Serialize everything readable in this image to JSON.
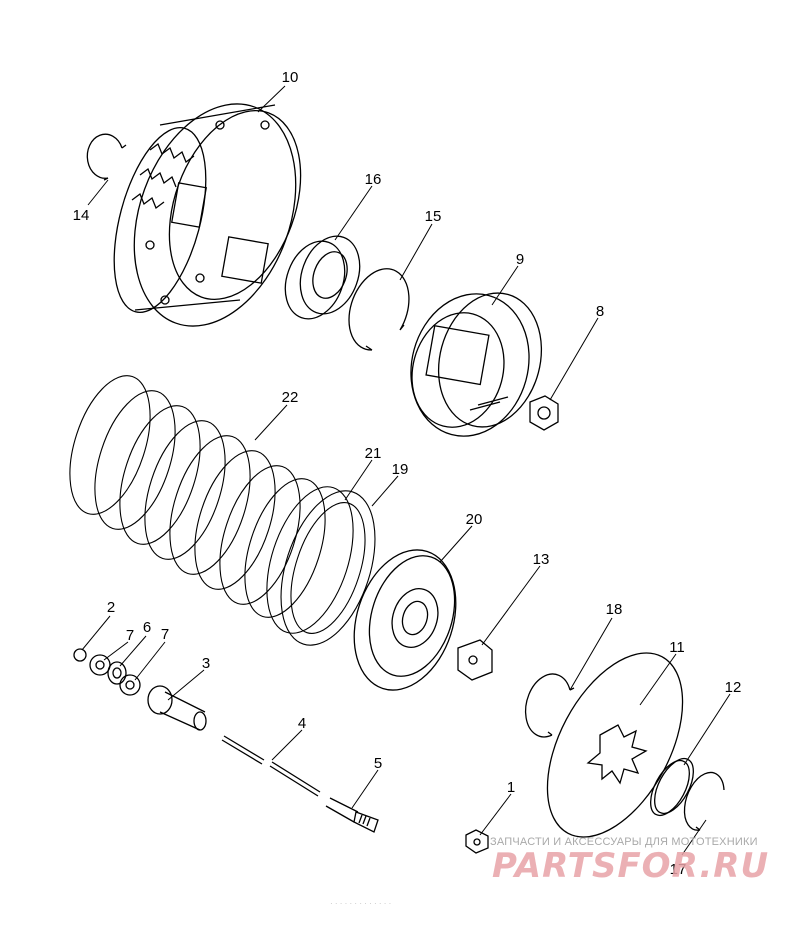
{
  "diagram": {
    "background": "#ffffff",
    "line_color": "#000000",
    "callouts": [
      {
        "id": "10",
        "label": "10"
      },
      {
        "id": "14",
        "label": "14"
      },
      {
        "id": "16",
        "label": "16"
      },
      {
        "id": "15",
        "label": "15"
      },
      {
        "id": "9",
        "label": "9"
      },
      {
        "id": "8",
        "label": "8"
      },
      {
        "id": "22",
        "label": "22"
      },
      {
        "id": "21",
        "label": "21"
      },
      {
        "id": "19",
        "label": "19"
      },
      {
        "id": "20",
        "label": "20"
      },
      {
        "id": "13",
        "label": "13"
      },
      {
        "id": "2",
        "label": "2"
      },
      {
        "id": "7a",
        "label": "7"
      },
      {
        "id": "6",
        "label": "6"
      },
      {
        "id": "7b",
        "label": "7"
      },
      {
        "id": "3",
        "label": "3"
      },
      {
        "id": "18",
        "label": "18"
      },
      {
        "id": "11",
        "label": "11"
      },
      {
        "id": "12",
        "label": "12"
      },
      {
        "id": "4",
        "label": "4"
      },
      {
        "id": "5",
        "label": "5"
      },
      {
        "id": "1",
        "label": "1"
      },
      {
        "id": "17",
        "label": "17"
      }
    ]
  },
  "watermark": {
    "caption": "ЗАПЧАСТИ И АКСЕССУАРЫ ДЛЯ МОТОТЕХНИКИ",
    "logo": "PARTSFOR.RU",
    "logo_color": "#e8a3a8"
  },
  "footer": {
    "text": "· · · · · · · · · · · · ·"
  }
}
